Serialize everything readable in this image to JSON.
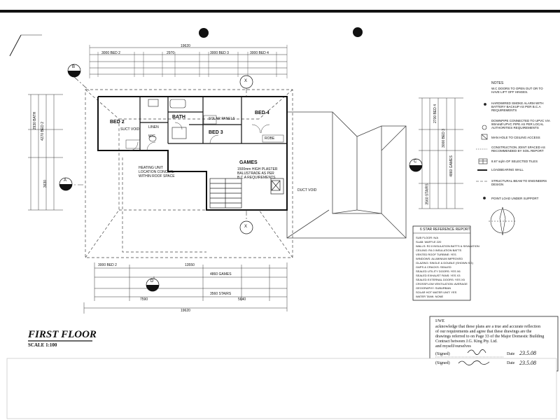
{
  "sheet": {
    "title": "FIRST FLOOR",
    "scale": "SCALE 1:100"
  },
  "rooms": {
    "bed2": "BED 2",
    "bed3": "BED 3",
    "bed4": "BED 4",
    "bath": "BATH",
    "games": "GAMES",
    "wc": "W/C",
    "suct_void": "SUCT VOID",
    "solar_panels": "SOLAR PANELS",
    "linen": "LINEN",
    "robe": "ROBE",
    "duct_void": "DUCT VOID"
  },
  "annotations": {
    "heating": "HEATING UNIT LOCATION CONCEAL WITHIN ROOF SPACE",
    "plaster": "1500mm HIGH PLASTER BALUSTRADE AS PER B.C.A REQUIREMENTS"
  },
  "section_markers": [
    "A",
    "B",
    "C",
    "D",
    "X",
    "X"
  ],
  "dimensions": {
    "top_overall": "19620",
    "top_row": [
      "3000 BED 2",
      "2970",
      "3000 BED 3",
      "3000 BED 4"
    ],
    "bottom_overall": "19620",
    "bottom_mid": "13550",
    "bottom_row": [
      "3000 BED 2",
      "4860 GAMES",
      "3560 STAIRS",
      "7590",
      "5640"
    ],
    "left_side": [
      "2930 BATH",
      "4270 BED 2",
      "3630"
    ],
    "right_side": [
      "2700 BED 4",
      "3000 BED 3",
      "4860 GAMES",
      "3560 STAIRS"
    ]
  },
  "notes": {
    "heading": "NOTES",
    "items": [
      "W.C DOORS TO OPEN OUT OR TO HAVE LIFT OFF HINGES.",
      "HARDWIRED SMOKE ALARM WITH BATTERY BACKUP AS PER B.C.A REQUIREMENTS",
      "DOWNPIPE CONNECTED TO UPVC VIA 90mmØ UPVC PIPE AS PER LOCAL AUTHORITIES REQUIREMENTS",
      "MAN HOLE TO CEILING ACCESS",
      "CONSTRUCTION JOINT SPACED AS RECOMMENDED BY SOIL REPORT",
      "8.67 sq/m OF SELECTED TILES",
      "LOADBEARING WALL",
      "STRUCTURAL BEAM TO ENGINEERS DESIGN",
      "POINT LOAD UNDER SUPPORT"
    ]
  },
  "report": {
    "heading": "6 STAR REFERENCE REPORT",
    "lines": [
      "SUB FLOOR: N/A",
      "SLAB: WAFFLE 220",
      "WALLS: R2.0 INSULATION BATTS & SISALATION",
      "CEILING: R4.0 INSULATION BATTS",
      "VENTED ROOF TURBINE: YES",
      "WINDOWS: ALUMINIUM IMPROVED",
      "GLAZING: SINGLE & DOUBLE (SHOWN SG)",
      "GAPS & CRACKS: SEALED",
      "SEALED UTILITY DOORS: YES X6",
      "SEALED EXHAUST FANS: YES X3",
      "SEALED EXTERNAL DOORS: YES X5",
      "CROSSFLOW VENTILATION: AVERAGE",
      "GEOGRAPHY: SUBURBAN",
      "SOLAR HOT WATER UNIT: YES",
      "WATER TANK: NONE"
    ]
  },
  "declaration": {
    "line1": "I/WE",
    "line2": "acknowledge that these plans are a true and accurate reflection",
    "line3": "of our requirements and agree that these drawings are the",
    "line4": "drawings referred to on Page 33 of the Major Domestic Building",
    "line5": "Contract between   J.G. King Pty. Ltd.",
    "line6": "and myself/ourselves",
    "signed1": "(Signed)",
    "signed2": "(Signed)",
    "date_label": "Date",
    "date1": "23.5.08",
    "date2": "23.5.08"
  }
}
